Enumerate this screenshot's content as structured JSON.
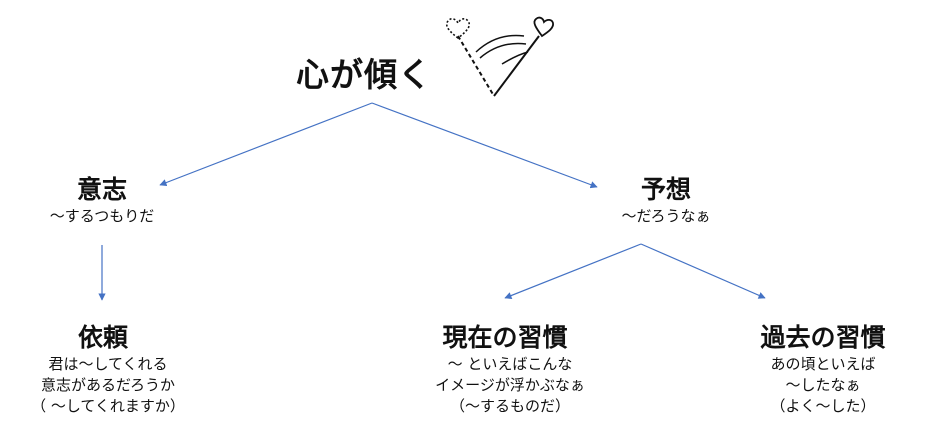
{
  "title": "心が傾く",
  "nodes": {
    "will": {
      "title": "意志",
      "lines": [
        "〜するつもりだ"
      ]
    },
    "guess": {
      "title": "予想",
      "lines": [
        "〜だろうなぁ"
      ]
    },
    "request": {
      "title": "依頼",
      "lines": [
        "君は〜してくれる",
        "意志があるだろうか",
        "（ 〜してくれますか）"
      ]
    },
    "present": {
      "title": "現在の習慣",
      "lines": [
        "〜 といえばこんな",
        "イメージが浮かぶなぁ",
        "（〜するものだ）"
      ]
    },
    "past": {
      "title": "過去の習慣",
      "lines": [
        "あの頃といえば",
        "〜したなぁ",
        "（よく〜した）"
      ]
    }
  },
  "colors": {
    "line": "#4472c4",
    "text": "#111111"
  },
  "icon": "heart-arrow-icon"
}
